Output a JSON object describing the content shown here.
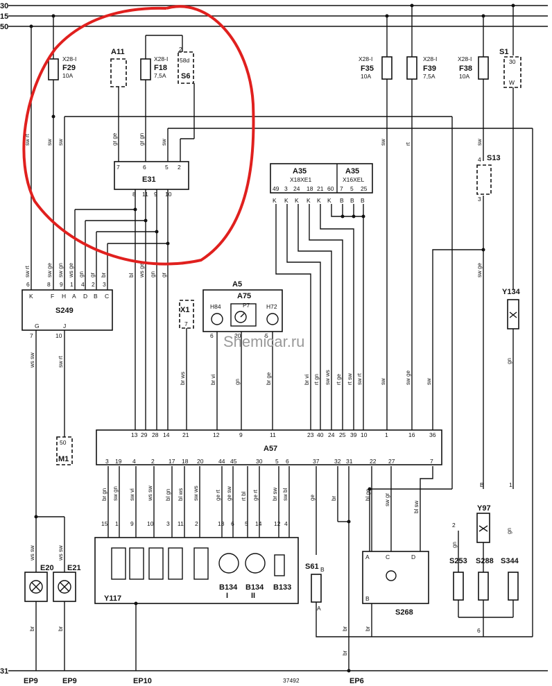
{
  "rails": [
    {
      "id": "30",
      "label": "30"
    },
    {
      "id": "15",
      "label": "15"
    },
    {
      "id": "50",
      "label": "50"
    },
    {
      "id": "31",
      "label": "31"
    }
  ],
  "watermark": "Shemicar.ru",
  "doc_number": "37492",
  "fuses": [
    {
      "id": "F29",
      "conn": "X28-I",
      "name": "F29",
      "rating": "10A"
    },
    {
      "id": "F18",
      "conn": "X28-I",
      "name": "F18",
      "rating": "7,5A"
    },
    {
      "id": "F35",
      "conn": "X28-I",
      "name": "F35",
      "rating": "10A"
    },
    {
      "id": "F39",
      "conn": "X28-I",
      "name": "F39",
      "rating": "7,5A"
    },
    {
      "id": "F38",
      "conn": "X28-I",
      "name": "F38",
      "rating": "10A"
    }
  ],
  "components": {
    "A11": "A11",
    "S6": "S6",
    "S6_pin_a": "2",
    "S6_pin_b": "58d",
    "S1": "S1",
    "S1_pin_top": "30",
    "S1_pin_bot": "W",
    "E31": "E31",
    "E31_top_pins": [
      "7",
      "6",
      "5",
      "2"
    ],
    "E31_bottom_pins": [
      "8",
      "11",
      "9",
      "10"
    ],
    "A35_a": "A35",
    "A35_a_sub": "X18XE1",
    "A35_b": "A35",
    "A35_b_sub": "X16XEL",
    "A35_pins": [
      "49",
      "3",
      "24",
      "18",
      "21",
      "60",
      "7",
      "5",
      "25"
    ],
    "A35_letters": [
      "K",
      "K",
      "K",
      "K",
      "K",
      "K",
      "B",
      "B",
      "B"
    ],
    "S13": "S13",
    "S13_pin_top": "4",
    "S13_pin_bot": "3",
    "S249": "S249",
    "S249_top_pins": [
      "6",
      "8",
      "9",
      "1",
      "4",
      "2",
      "3"
    ],
    "S249_letters": [
      "K",
      "F",
      "H",
      "A",
      "D",
      "B",
      "C"
    ],
    "S249_g": "G",
    "S249_j": "J",
    "S249_g_pin": "7",
    "S249_j_pin": "10",
    "X1": "X1",
    "X1_pin": "7",
    "A5": "A5",
    "A75": "A75",
    "H84": "H84",
    "P7": "P7",
    "H72": "H72",
    "A5_pins": [
      "6",
      "20",
      "5"
    ],
    "Y134": "Y134",
    "A57": "A57",
    "A57_top_pins": [
      "13",
      "29",
      "28",
      "14",
      "21",
      "12",
      "9",
      "11",
      "23",
      "40",
      "24",
      "25",
      "39",
      "10",
      "1",
      "16",
      "36"
    ],
    "A57_bottom_pins": [
      "3",
      "19",
      "4",
      "2",
      "17",
      "18",
      "20",
      "44",
      "45",
      "30",
      "5",
      "6",
      "37",
      "32",
      "31",
      "22",
      "27",
      "7"
    ],
    "M1": "M1",
    "M1_pin": "50",
    "E20": "E20",
    "E21": "E21",
    "Y117": "Y117",
    "Y117_pins": [
      "15",
      "1",
      "9",
      "10",
      "3",
      "11",
      "2"
    ],
    "B134_I": "B134",
    "B134_I_sub": "I",
    "B134_II": "B134",
    "B134_II_sub": "II",
    "B134_pins": [
      "13",
      "6",
      "5",
      "14"
    ],
    "B133": "B133",
    "B133_pins": [
      "12",
      "4"
    ],
    "S61": "S61",
    "S61_pin_b": "B",
    "S61_pin_a": "A",
    "S268": "S268",
    "S268_pins": [
      "A",
      "C",
      "D",
      "B"
    ],
    "Y97": "Y97",
    "Y97_pin": "B",
    "S253": "S253",
    "S253_pin": "2",
    "S288": "S288",
    "S344": "S344",
    "S344_pin": "1",
    "junction_6": "6"
  },
  "grounds": [
    "EP9",
    "EP9",
    "EP10",
    "EP6"
  ],
  "wire_colors": {
    "v_f29": "sw rt",
    "v_f29b": "sw",
    "v_f29c": "sw",
    "e31_gr_ge": "gr ge",
    "e31_gr_gn": "gr gn",
    "e31_sw": "sw",
    "f35": "sw",
    "f39": "rt",
    "f38": "sw",
    "s249_swrt": "sw rt",
    "s249_swge": "sw ge",
    "s249_swgn": "sw gn",
    "s249_wsge": "ws ge",
    "s249_gn": "gn",
    "s249_gr": "gr",
    "s249_br": "br",
    "e31_bl": "bl",
    "e31_wsge": "ws ge",
    "e31_gn": "gn",
    "e31_gr": "gr",
    "s249_g": "ws sw",
    "s249_j": "sw rt",
    "x1": "br ws",
    "a5_1": "br vi",
    "a5_2": "gn",
    "a5_3": "br ge",
    "a35_1": "br vi",
    "a35_2": "rt gn",
    "a35_3": "sw ws",
    "a35_4": "rt ge",
    "a35_5": "rt sw",
    "a35_6": "sw rt",
    "a57_1": "sw",
    "a57_16": "sw ge",
    "a57_36": "sw",
    "s13": "sw ge",
    "y134": "gn",
    "bot_3": "br gn",
    "bot_19": "sw gn",
    "bot_4": "sw vi",
    "bot_2": "ws sw",
    "bot_17": "bl gn",
    "bot_18": "bl ws",
    "bot_20": "sw ws",
    "bot_44": "ge rt",
    "bot_45": "ge sw",
    "bot_30": "rt bl",
    "bot_6a": "ge rt",
    "bot_5": "br sw",
    "bot_6": "sw bl",
    "bot_37": "ge",
    "bot_32": "br",
    "bot_22": "bl ge",
    "bot_27": "sw gr",
    "bot_7": "bl sw",
    "e20": "ws sw",
    "e21": "ws sw",
    "e20_gnd": "br",
    "e21_gnd": "br",
    "s61_gnd": "br",
    "s268_br": "br",
    "gnd_br": "br",
    "y97": "gn",
    "s253": "gn"
  }
}
